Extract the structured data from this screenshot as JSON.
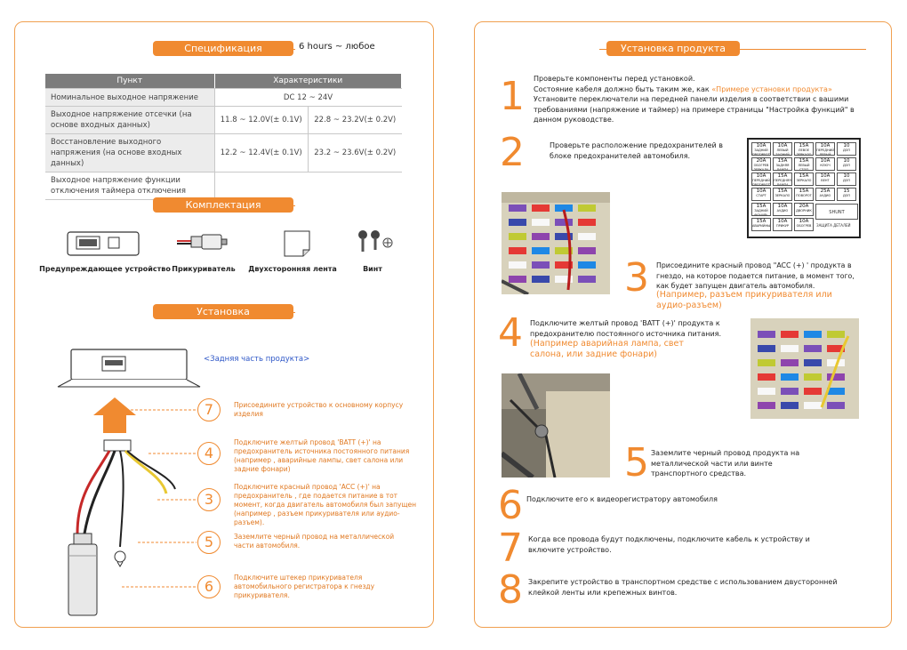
{
  "left": {
    "spec_title": "Спецификация",
    "spec_hours": "6 hours ~ любое",
    "table": {
      "col1": "Пункт",
      "col2": "Характеристики",
      "rows": [
        {
          "label": "Номинальное выходное напряжение",
          "v1": "DC 12 ~ 24V",
          "v2": ""
        },
        {
          "label": "Выходное напряжение отсечки (на основе входных данных)",
          "v1": "11.8 ~ 12.0V(± 0.1V)",
          "v2": "22.8 ~ 23.2V(± 0.2V)"
        },
        {
          "label": "Восстановление выходного напряжения (на основе входных данных)",
          "v1": "12.2 ~ 12.4V(± 0.1V)",
          "v2": "23.2 ~ 23.6V(± 0.2V)"
        },
        {
          "label": "Выходное напряжение функции отключения таймера отключения",
          "v1": "",
          "v2": ""
        }
      ]
    },
    "kit_title": "Комплектация",
    "kit_items": [
      "Предупреждающее устройство",
      "Прикуриватель",
      "Двухсторонняя лента",
      "Винт"
    ],
    "install_title": "Установка",
    "rear_label": "<Задняя часть продукта>",
    "steps": [
      {
        "num": "7",
        "text": "Присоедините устройство к основному корпусу изделия"
      },
      {
        "num": "4",
        "text": "Подключите желтый провод 'BATT (+)' на предохранитель источника постоянного питания (например , аварийные лампы, свет салона или задние фонари)"
      },
      {
        "num": "3",
        "text": "Подключите красный провод 'ACC (+)' на предохранитель , где подается питание в тот момент, когда двигатель автомобиля был запущен (например , разъем прикуривателя или аудио-разъем)."
      },
      {
        "num": "5",
        "text": "Заземлите черный провод на металлической части автомобиля."
      },
      {
        "num": "6",
        "text": "Подключите штекер прикуривателя автомобильного регистратора к гнезду прикуривателя."
      }
    ]
  },
  "right": {
    "title": "Установка продукта",
    "s1_num": "1",
    "s1_a": "Проверьте компоненты перед установкой.",
    "s1_b": "Состояние кабеля должно быть таким же, как ",
    "s1_b_link": "«Примере установки продукта»",
    "s1_c": "Установите переключатели на передней панели изделия в соответствии с вашими требованиями (напряжение и таймер) на примере страницы \"Настройка функций\" в данном руководстве.",
    "s2_num": "2",
    "s2": "Проверьте расположение предохранителей в блоке предохранителей автомобиля.",
    "s3_num": "3",
    "s3": "Присоедините красный провод \"ACC (+) ' продукта в гнездо, на которое подается питание, в момент того, как будет запущен двигатель автомобиля.",
    "s3_o": "(Например, разъем прикуривателя или аудио-разъем)",
    "s4_num": "4",
    "s4": "Подключите желтый провод 'BATT (+)' продукта к предохранителю постоянного источника питания.",
    "s4_o": "(Например аварийная лампа, свет салона, или задние фонари)",
    "s5_num": "5",
    "s5": "Заземлите черный провод продукта на металлической части или винте транспортного средства.",
    "s6_num": "6",
    "s6": "Подключите его к видеорегистратору автомобиля",
    "s7_num": "7",
    "s7": "Когда все провода будут подключены, подключите кабель к устройству и включите устройство.",
    "s8_num": "8",
    "s8": "Закрепите устройство в транспортном средстве с использованием двусторонней клейкой ленты или крепежных винтов.",
    "fuse_chart": {
      "rows": [
        [
          [
            "10A",
            "ЗАДНИЙ ПРОТИВОТУМ"
          ],
          [
            "10A",
            "ЛЕВЫЙ ЗАДНИЙ"
          ],
          [
            "15A",
            "ЛЕВОЕ ЗЕРКАЛО"
          ],
          [
            "10A",
            "ПЕРЕДНИЙ ЛЕВЫЙ"
          ],
          [
            "10",
            "ДОП"
          ]
        ],
        [
          [
            "20A",
            "ОБОГРЕВ ЗЕРКАЛА"
          ],
          [
            "15A",
            "ЗАДНЯЯ ЛАМПА"
          ],
          [
            "15A",
            "ЛЕВЫЙ СТОП"
          ],
          [
            "10A",
            "КЛЮЧ"
          ],
          [
            "10",
            "ДОП"
          ]
        ],
        [
          [
            "10A",
            "ПЕРЕДНИЙ ПРОТИВОТУМ"
          ],
          [
            "15A",
            "ПЕРЕДНЯЯ ЛАМПА"
          ],
          [
            "15A",
            "ЗЕРКАЛО"
          ],
          [
            "10A",
            "ВЕНТ"
          ],
          [
            "10",
            "ДОП"
          ]
        ],
        [
          [
            "10A",
            "СТАРТ"
          ],
          [
            "15A",
            "ЗЕРКАЛО"
          ],
          [
            "15A",
            "ПОВОРОТ"
          ],
          [
            "25A",
            "АУДИО"
          ],
          [
            "15",
            "ДОП"
          ]
        ],
        [
          [
            "15A",
            "ЗАДНИЙ ФОНАРЬ"
          ],
          [
            "10A",
            "АУДИО"
          ],
          [
            "20A",
            "ДВОРНИК"
          ],
          [
            "",
            ""
          ],
          [
            "",
            ""
          ]
        ],
        [
          [
            "15A",
            "АВАРИЙНЫЕ"
          ],
          [
            "10A",
            "ПРИКУР"
          ],
          [
            "10A",
            "ОБОГРЕВ"
          ],
          [
            "",
            ""
          ],
          [
            "",
            ""
          ]
        ]
      ],
      "shunt": "SHUNT",
      "note": "ЗАЩИТА ДЕТАЛЕЙ"
    }
  },
  "colors": {
    "accent": "#f08a30"
  }
}
